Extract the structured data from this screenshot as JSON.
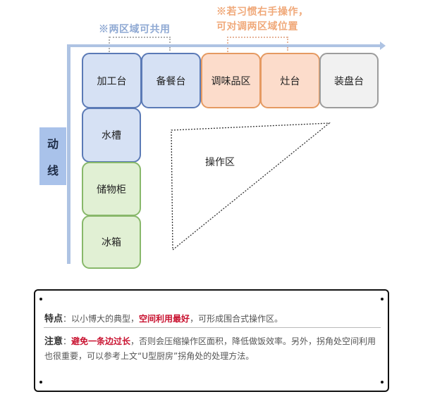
{
  "annotations": {
    "shared_note": "※两区域可共用",
    "swap_note_line1": "※若习惯右手操作，",
    "swap_note_line2": "可对调两区域位置"
  },
  "flow_label": {
    "char1": "动",
    "char2": "线"
  },
  "top_row": [
    {
      "label": "加工台",
      "color": "blue"
    },
    {
      "label": "备餐台",
      "color": "blue"
    },
    {
      "label": "调味品区",
      "color": "orange"
    },
    {
      "label": "灶台",
      "color": "orange"
    },
    {
      "label": "装盘台",
      "color": "gray"
    }
  ],
  "left_column": [
    {
      "label": "水槽",
      "color": "blue"
    },
    {
      "label": "储物柜",
      "color": "green"
    },
    {
      "label": "冰箱",
      "color": "green"
    }
  ],
  "work_zone": {
    "label": "操作区"
  },
  "notes": {
    "feature_label": "特点",
    "feature_sep": "：",
    "feature_text_a": "以小博大的典型，",
    "feature_highlight": "空间利用最好",
    "feature_text_b": "，可形成围合式操作区。",
    "caution_label": "注意",
    "caution_sep": "：",
    "caution_highlight": "避免一条边过长",
    "caution_text": "，否则会压缩操作区面积，降低做饭效率。另外，拐角处空间利用也很重要，可以参考上文“U型厨房”拐角处的处理方法。"
  },
  "colors": {
    "blue_fill": "#d6e1f4",
    "blue_border": "#5b7ab6",
    "orange_fill": "#fcdccb",
    "orange_border": "#e59a62",
    "gray_fill": "#f1f1f1",
    "gray_border": "#9c9c9c",
    "green_fill": "#e1f0d4",
    "green_border": "#88b86a",
    "axis": "#aec3e3",
    "highlight_red": "#c8102e"
  }
}
